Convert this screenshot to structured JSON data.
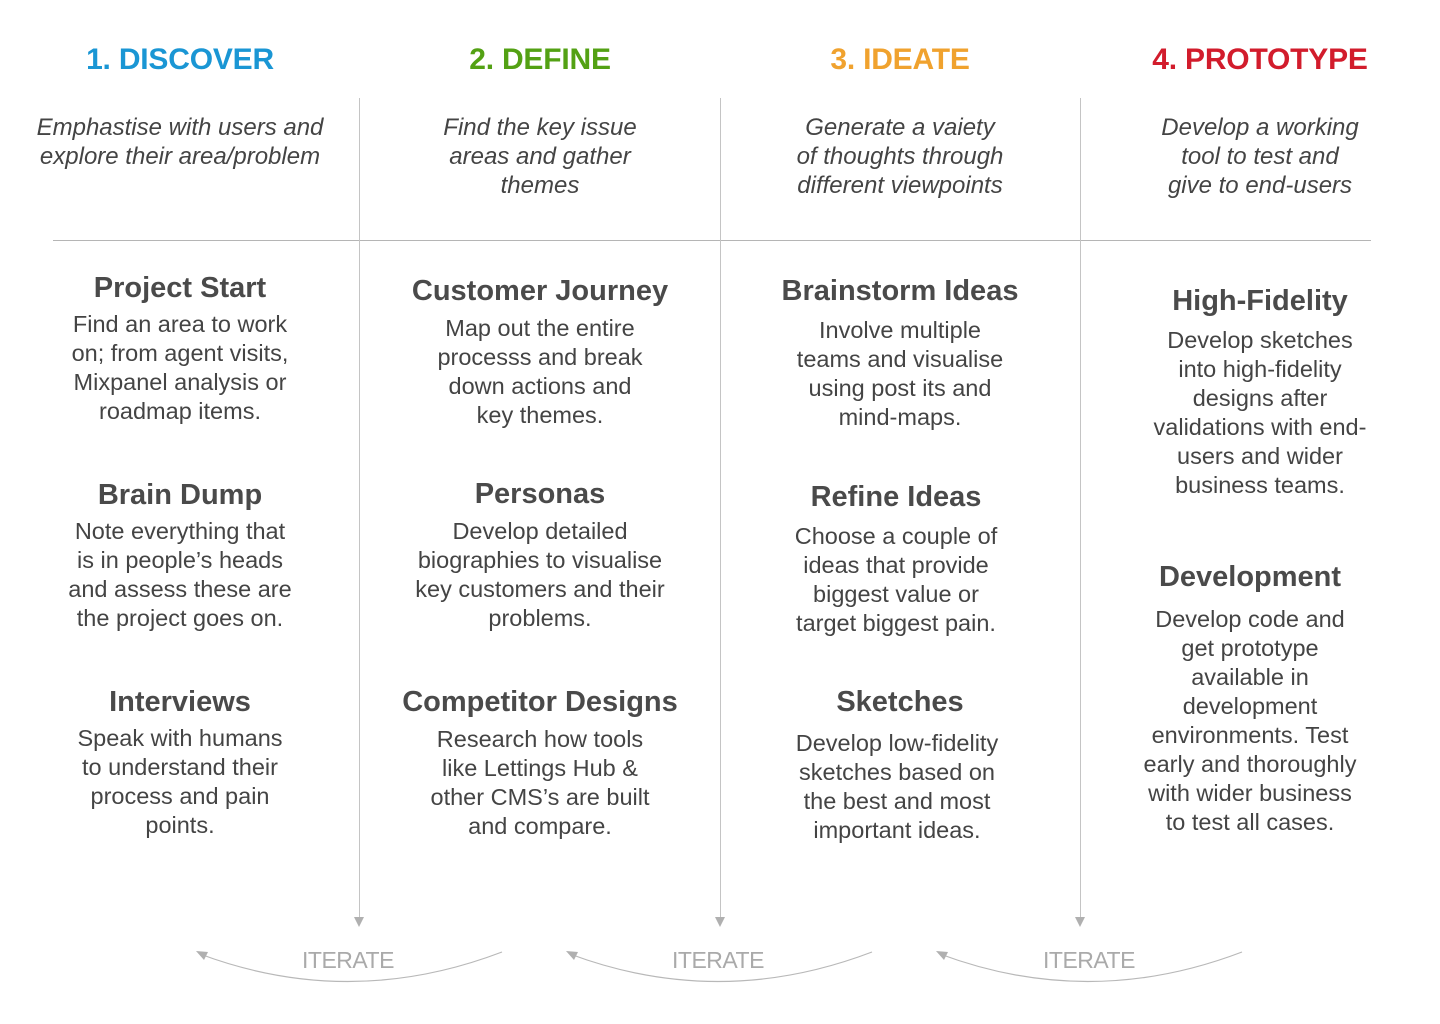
{
  "phases": [
    {
      "title": "1. DISCOVER",
      "color": "#1a96d4",
      "description": "Emphastise with users and explore their area/problem",
      "steps": [
        {
          "title": "Project Start",
          "body": "Find an area to work on; from agent visits, Mixpanel analysis or roadmap items."
        },
        {
          "title": "Brain Dump",
          "body": "Note everything that is in people’s heads and assess these are the project goes on."
        },
        {
          "title": "Interviews",
          "body": "Speak with humans to understand their process and pain points."
        }
      ]
    },
    {
      "title": "2. DEFINE",
      "color": "#53a114",
      "description": "Find the key issue areas and gather themes",
      "steps": [
        {
          "title": "Customer Journey",
          "body": "Map out the entire processs and break down actions and key themes."
        },
        {
          "title": "Personas",
          "body": "Develop detailed biographies to visualise key customers and their problems."
        },
        {
          "title": "Competitor Designs",
          "body": "Research how tools like Lettings Hub & other CMS’s are built and compare."
        }
      ]
    },
    {
      "title": "3. IDEATE",
      "color": "#f0a22e",
      "description": "Generate a vaiety of thoughts through different viewpoints",
      "steps": [
        {
          "title": "Brainstorm Ideas",
          "body": "Involve multiple teams and visualise using post its and mind-maps."
        },
        {
          "title": "Refine Ideas",
          "body": "Choose a couple of ideas that provide biggest value or target biggest pain."
        },
        {
          "title": "Sketches",
          "body": "Develop low-fidelity sketches based on the best and most important ideas."
        }
      ]
    },
    {
      "title": "4. PROTOTYPE",
      "color": "#d21c2c",
      "description": "Develop a working tool to test and give to end-users",
      "steps": [
        {
          "title": "High-Fidelity",
          "body": "Develop sketches into high-fidelity designs after validations with end-users and wider business teams."
        },
        {
          "title": "Development",
          "body": "Develop code and get prototype available in development environments. Test early and thoroughly with wider business to test all cases."
        }
      ]
    }
  ],
  "iterate": {
    "labels": [
      "ITERATE",
      "ITERATE",
      "ITERATE"
    ],
    "color": "#aaaaaa"
  }
}
